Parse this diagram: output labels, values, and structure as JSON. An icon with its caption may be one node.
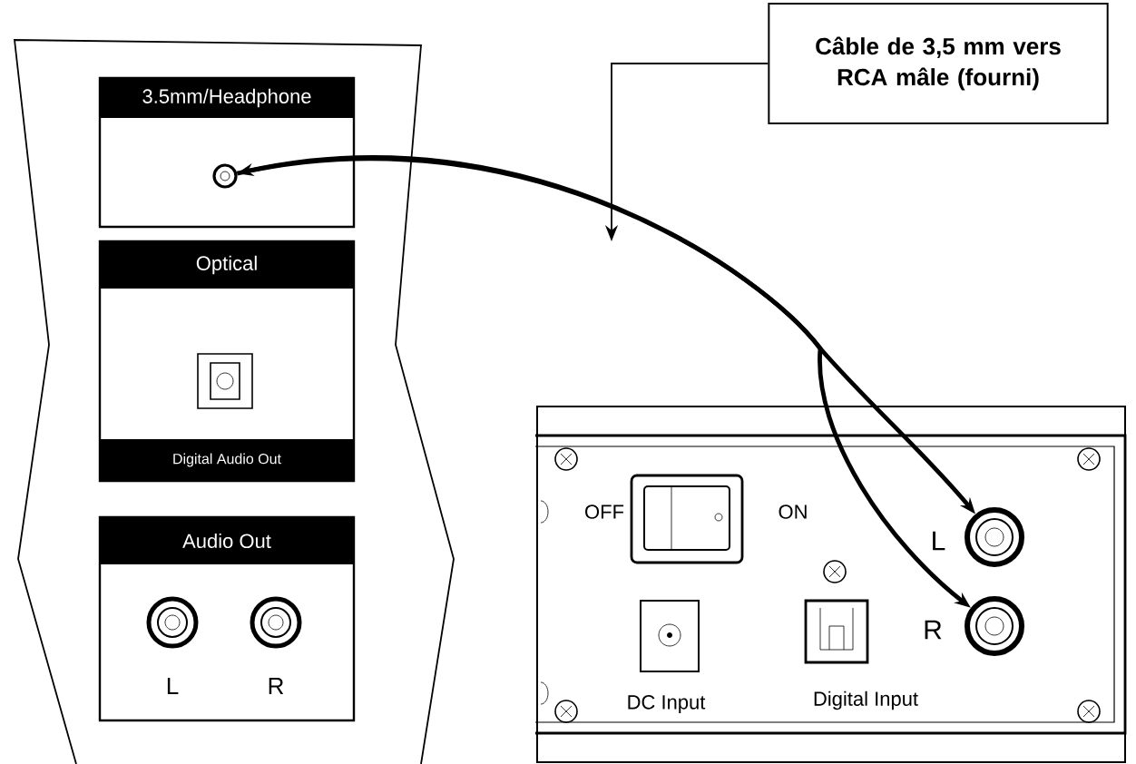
{
  "diagram": {
    "nodes": [
      {
        "text": [
          "3.5mm/Headphone"
        ]
      },
      {
        "text": [],
        "shape": "circle",
        "in": 0
      },
      {
        "text": [
          "Optical",
          "Digital Audio Out"
        ]
      },
      {
        "text": [
          "Audio Out",
          "L",
          "R"
        ]
      },
      {
        "text": [
          "Câble de 3,5 mm vers RCA mâle (fourni)"
        ]
      },
      {
        "text": [],
        "shape": "box"
      },
      {
        "text": [],
        "shape": "circle",
        "in": 5,
        "beside": [
          "L"
        ]
      },
      {
        "text": [],
        "shape": "circle",
        "in": 5,
        "beside": [
          "R"
        ]
      }
    ],
    "edges": [
      {
        "from": 1,
        "to": 6,
        "arrow": "both"
      },
      {
        "from": 1,
        "to": 7,
        "arrow": "to"
      },
      {
        "from": 4,
        "to": null,
        "arrow": "to"
      }
    ],
    "labels": [
      "OFF",
      "ON",
      "DC Input",
      "Digital Input"
    ]
  }
}
